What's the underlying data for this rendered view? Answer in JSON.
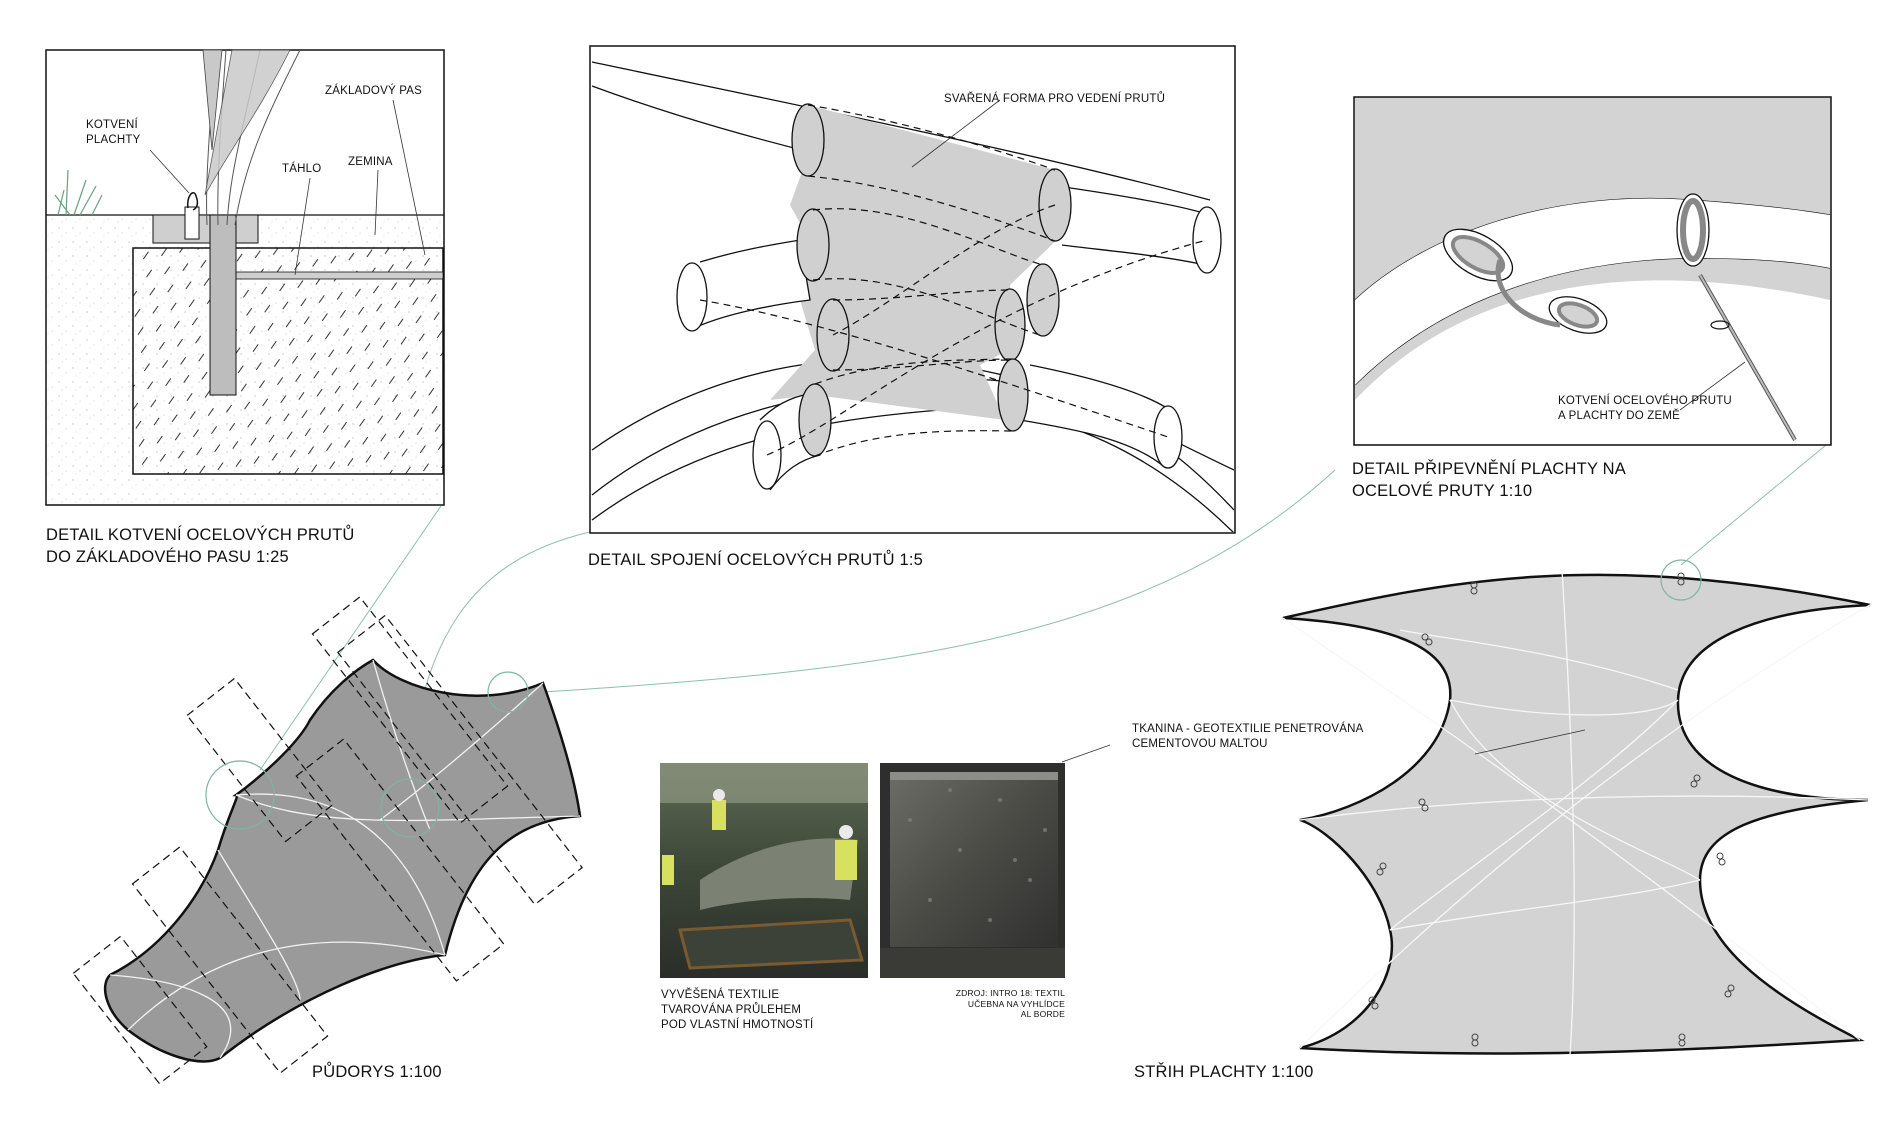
{
  "details": {
    "anchoring": {
      "title_line1": "DETAIL KOTVENÍ OCELOVÝCH PRUTŮ",
      "title_line2": "DO ZÁKLADOVÉHO PASU 1:25",
      "labels": {
        "kotveni_line1": "KOTVENÍ",
        "kotveni_line2": "PLACHTY",
        "zakladovy_pas": "ZÁKLADOVÝ PAS",
        "tahlo": "TÁHLO",
        "zemina": "ZEMINA"
      }
    },
    "joint": {
      "title": "DETAIL SPOJENÍ OCELOVÝCH PRUTŮ 1:5",
      "labels": {
        "svarena_forma": "SVAŘENÁ FORMA PRO VEDENÍ PRUTŮ"
      }
    },
    "attachment": {
      "title_line1": "DETAIL PŘIPEVNĚNÍ PLACHTY NA",
      "title_line2": "OCELOVÉ PRUTY 1:10",
      "labels": {
        "kotveni_line1": "KOTVENÍ OCELOVÉHO PRUTU",
        "kotveni_line2": "A PLACHTY DO ZEMĚ"
      }
    }
  },
  "plan": {
    "title": "PŮDORYS 1:100"
  },
  "photos": {
    "caption_line1": "VYVĚŠENÁ TEXTILIE",
    "caption_line2": "TVAROVÁNA PRŮLEHEM",
    "caption_line3": "POD VLASTNÍ HMOTNOSTÍ",
    "source_line1": "ZDROJ: INTRO 18: TEXTIL",
    "source_line2": "UČEBNA NA VYHLÍDCE",
    "source_line3": "AL BORDE"
  },
  "pattern": {
    "title": "STŘIH PLACHTY 1:100",
    "fabric_line1": "TKANINA -  GEOTEXTILIE PENETROVÁNA",
    "fabric_line2": "CEMENTOVOU MALTOU"
  },
  "colors": {
    "fill_light": "#d3d3d3",
    "fill_dark": "#9b9b9b",
    "leader_green": "#7fb5a1",
    "line": "#111111"
  }
}
